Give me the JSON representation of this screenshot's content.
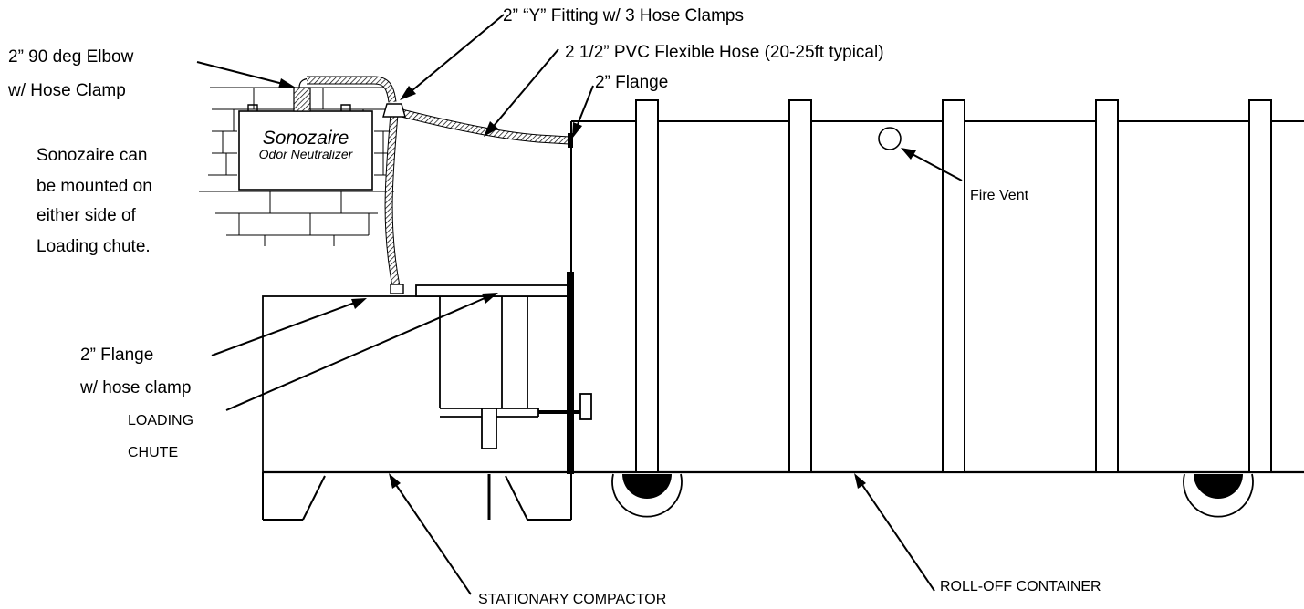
{
  "colors": {
    "ink": "#000000",
    "background": "#ffffff"
  },
  "device": {
    "brand": "Sonozaire",
    "subtitle": "Odor Neutralizer"
  },
  "callouts": {
    "elbow": [
      "2” 90 deg Elbow",
      "w/ Hose Clamp"
    ],
    "y_fitting": "2” “Y” Fitting w/ 3 Hose Clamps",
    "hose": "2 1/2” PVC Flexible Hose (20-25ft typical)",
    "flange_top": "2” Flange",
    "flange_clamp": [
      "2” Flange",
      "w/ hose clamp"
    ],
    "loading_chute": [
      "LOADING",
      "CHUTE"
    ],
    "fire_vent": "Fire Vent",
    "compactor": "STATIONARY COMPACTOR",
    "container": "ROLL-OFF CONTAINER"
  },
  "mounting_note": [
    "Sonozaire can",
    "be mounted on",
    "either side of",
    "Loading chute."
  ]
}
